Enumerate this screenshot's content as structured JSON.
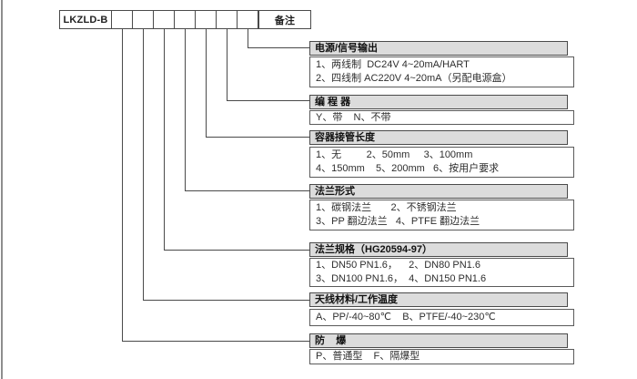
{
  "model_row": {
    "model": "LKZLD-B",
    "remark": "备注",
    "code_box_count": 7
  },
  "sections": [
    {
      "title": "电源/信号输出",
      "lines": [
        "1、两线制  DC24V 4~20mA/HART",
        "2、四线制 AC220V 4~20mA（另配电源盒）"
      ]
    },
    {
      "title": "编 程 器",
      "lines": [
        "Y、带    N、不带"
      ]
    },
    {
      "title": "容器接管长度",
      "lines": [
        "1、无         2、50mm     3、100mm",
        "4、150mm    5、200mm   6、按用户要求"
      ]
    },
    {
      "title": "法兰形式",
      "lines": [
        "1、碳钢法兰       2、不锈钢法兰",
        "3、PP 翻边法兰   4、PTFE 翻边法兰"
      ]
    },
    {
      "title": "法兰规格（HG20594-97）",
      "lines": [
        "1、DN50 PN1.6，    2、DN80 PN1.6",
        "3、DN100 PN1.6，  4、DN150 PN1.6"
      ]
    },
    {
      "title": "天线材料/工作温度",
      "lines": [
        "A、PP/-40~80℃    B、PTFE/-40~230℃"
      ]
    },
    {
      "title": "防    爆",
      "lines": [
        "P、普通型    F、隔爆型"
      ]
    }
  ],
  "colors": {
    "header_bg": "#dcdcdc",
    "line_color": "#4a4a4a",
    "text": "#2e2e2e"
  }
}
